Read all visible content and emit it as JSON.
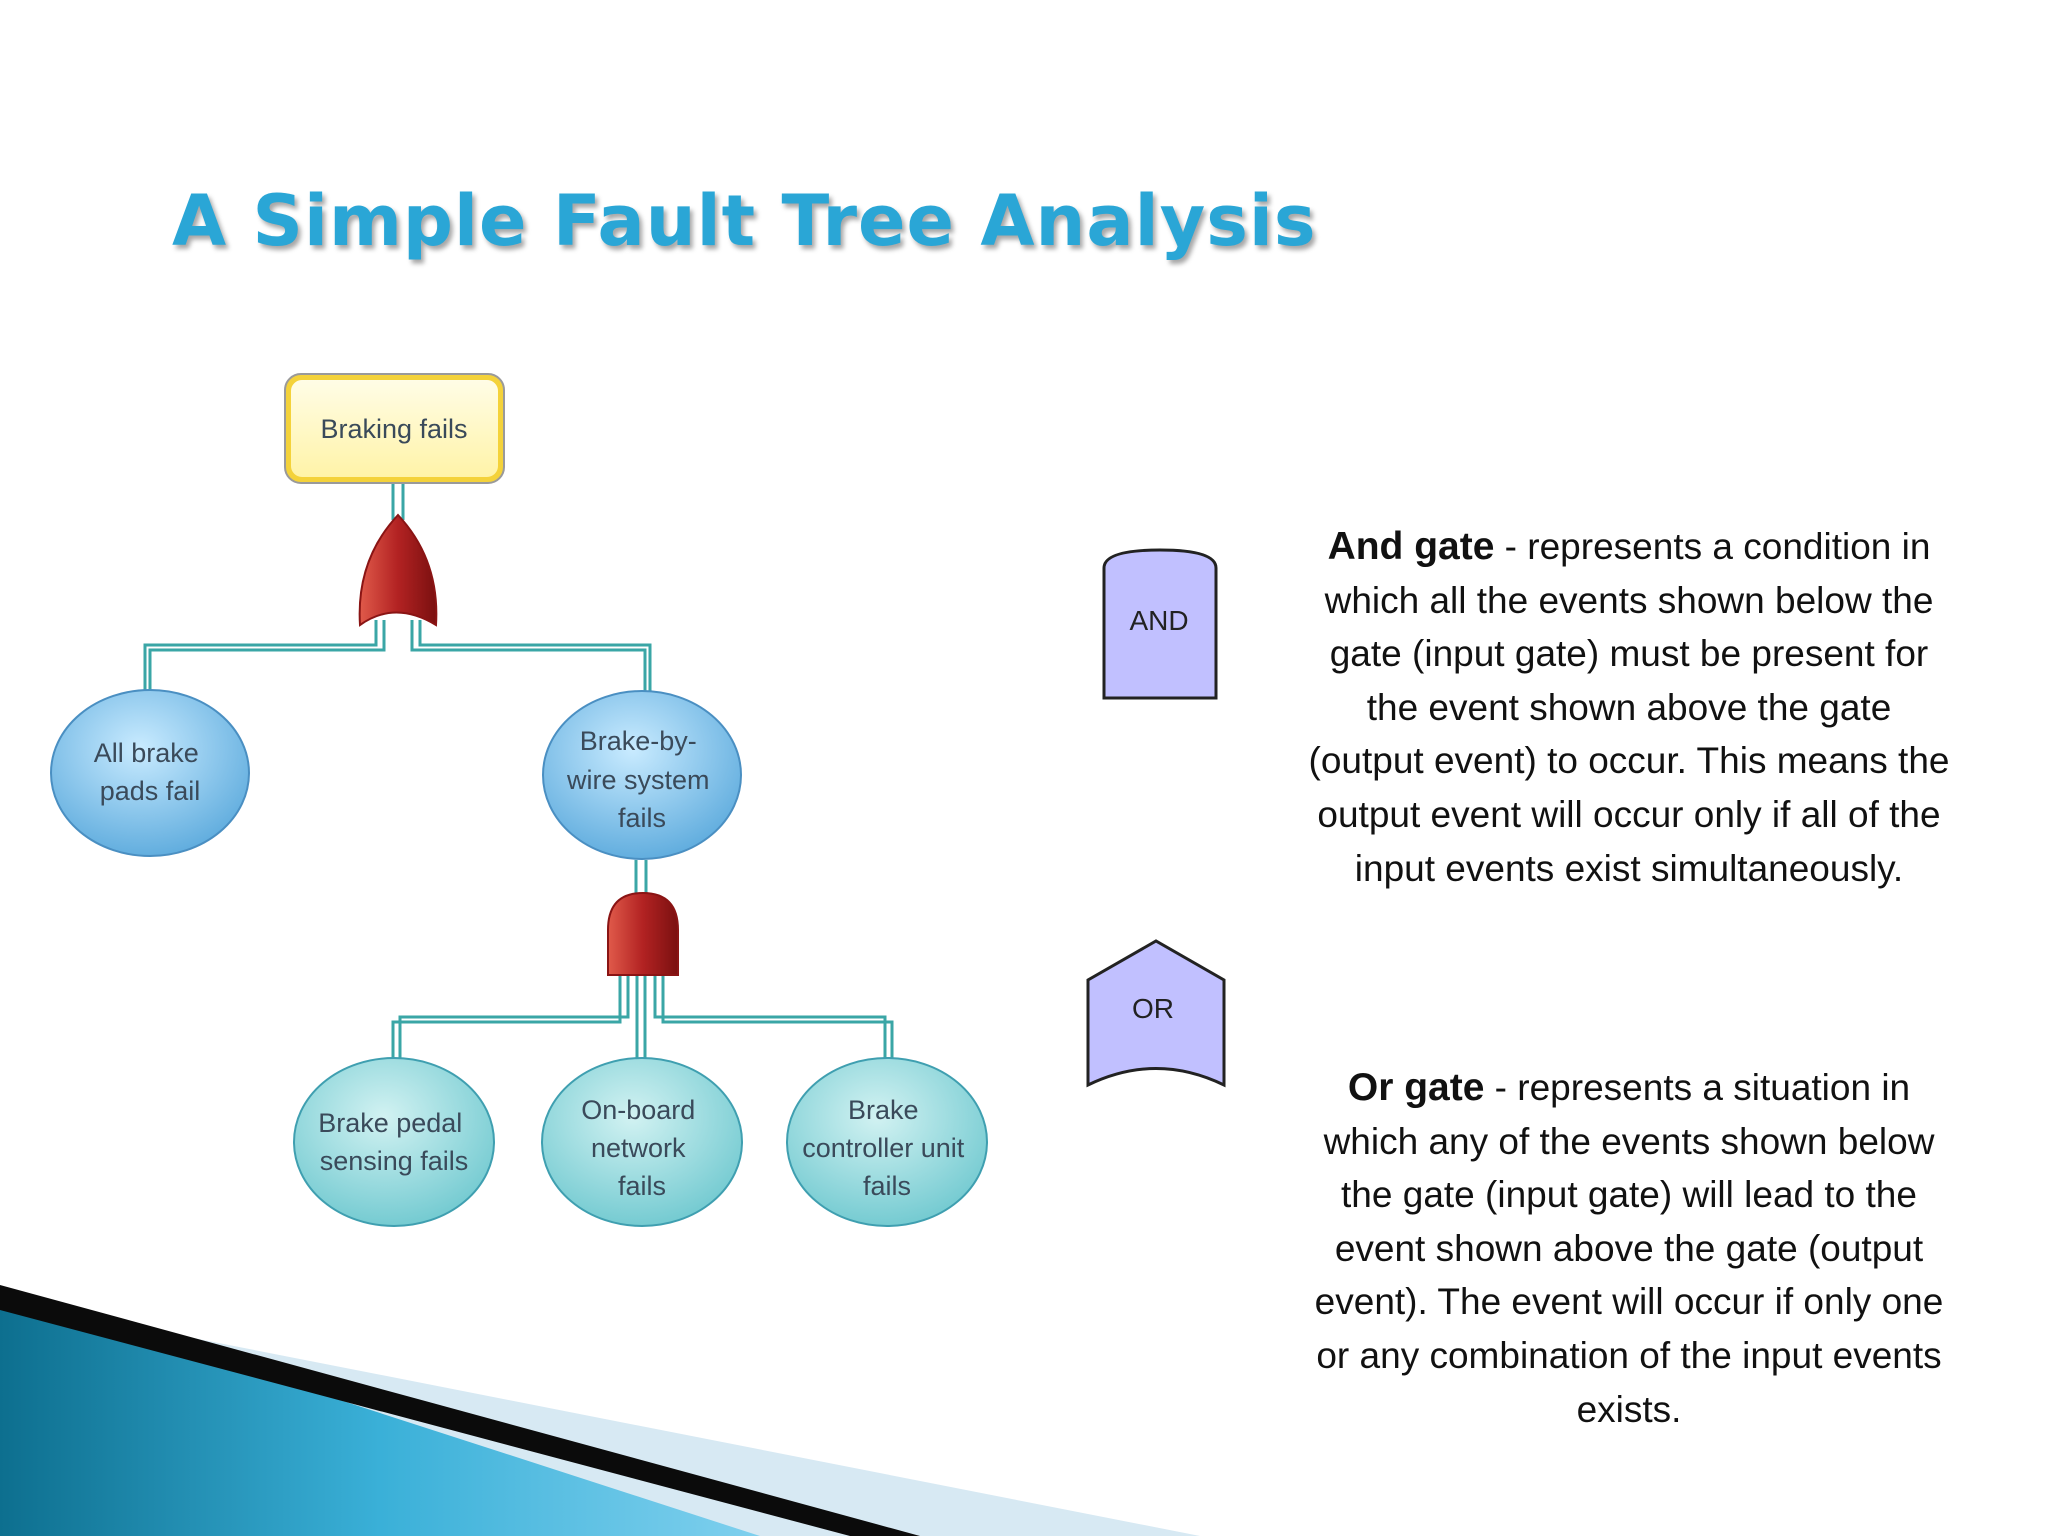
{
  "slide": {
    "title": "A Simple Fault Tree Analysis"
  },
  "tree": {
    "top_event": "Braking fails",
    "top_gate": "OR",
    "left_event_lines": [
      "All brake",
      "pads fail"
    ],
    "right_event_lines": [
      "Brake-by-",
      "wire system",
      "fails"
    ],
    "sub_gate": "AND",
    "sub_events": [
      {
        "lines": [
          "Brake pedal",
          "sensing fails"
        ]
      },
      {
        "lines": [
          "On-board",
          "network",
          "fails"
        ]
      },
      {
        "lines": [
          "Brake",
          "controller unit",
          "fails"
        ]
      }
    ],
    "colors": {
      "top_fill": "#fff8c4",
      "top_border": "#f4d23a",
      "event_fill_blue": "#7cc3ec",
      "event_fill_teal": "#8fd6dc",
      "gate_fill": "#b22222",
      "connector": "#3aa6a6"
    }
  },
  "legend": {
    "and_symbol_label": "AND",
    "or_symbol_label": "OR",
    "symbol_fill": "#c1c0ff"
  },
  "definitions": {
    "and_term": "And gate",
    "and_text": " - represents a condition in which all the events shown below the gate (input gate) must be present for the event shown above the gate (output event) to occur. This means the output event will occur only if all of the input events exist simultaneously.",
    "or_term": "Or gate",
    "or_text": " - represents a situation in which any of the events shown below the gate (input gate) will lead to the event shown above the gate (output event). The event will occur if only one or any combination of the input events exists."
  }
}
